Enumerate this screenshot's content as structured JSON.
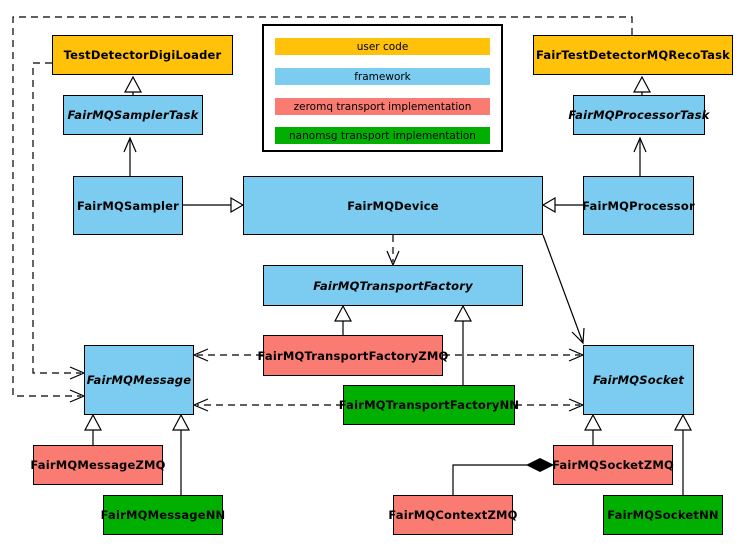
{
  "palette": {
    "user_code": "#FFC10A",
    "framework": "#7BCCF0",
    "zeromq": "#F97B72",
    "nanomsg": "#00AF00",
    "background": "#FFFFFF",
    "line": "#000000"
  },
  "legend": {
    "items": [
      {
        "label": "user code",
        "color": "#FFC10A"
      },
      {
        "label": "framework",
        "color": "#7BCCF0"
      },
      {
        "label": "zeromq transport implementation",
        "color": "#F97B72"
      },
      {
        "label": "nanomsg transport implementation",
        "color": "#00AF00"
      }
    ]
  },
  "nodes": {
    "testDetectorDigiLoader": {
      "label": "TestDetectorDigiLoader",
      "category": "user code"
    },
    "fairTestDetectorMQRecoTask": {
      "label": "FairTestDetectorMQRecoTask",
      "category": "user code"
    },
    "fairMQSamplerTask": {
      "label": "FairMQSamplerTask",
      "category": "framework",
      "abstract": true
    },
    "fairMQProcessorTask": {
      "label": "FairMQProcessorTask",
      "category": "framework",
      "abstract": true
    },
    "fairMQSampler": {
      "label": "FairMQSampler",
      "category": "framework"
    },
    "fairMQDevice": {
      "label": "FairMQDevice",
      "category": "framework"
    },
    "fairMQProcessor": {
      "label": "FairMQProcessor",
      "category": "framework"
    },
    "fairMQTransportFactory": {
      "label": "FairMQTransportFactory",
      "category": "framework",
      "abstract": true
    },
    "fairMQTransportFactoryZMQ": {
      "label": "FairMQTransportFactoryZMQ",
      "category": "zeromq transport implementation"
    },
    "fairMQTransportFactoryNN": {
      "label": "FairMQTransportFactoryNN",
      "category": "nanomsg transport implementation"
    },
    "fairMQMessage": {
      "label": "FairMQMessage",
      "category": "framework",
      "abstract": true
    },
    "fairMQSocket": {
      "label": "FairMQSocket",
      "category": "framework",
      "abstract": true
    },
    "fairMQMessageZMQ": {
      "label": "FairMQMessageZMQ",
      "category": "zeromq transport implementation"
    },
    "fairMQMessageNN": {
      "label": "FairMQMessageNN",
      "category": "nanomsg transport implementation"
    },
    "fairMQContextZMQ": {
      "label": "FairMQContextZMQ",
      "category": "zeromq transport implementation"
    },
    "fairMQSocketZMQ": {
      "label": "FairMQSocketZMQ",
      "category": "zeromq transport implementation"
    },
    "fairMQSocketNN": {
      "label": "FairMQSocketNN",
      "category": "nanomsg transport implementation"
    }
  },
  "edges": [
    {
      "from": "FairMQSamplerTask",
      "to": "TestDetectorDigiLoader",
      "type": "generalization"
    },
    {
      "from": "FairMQProcessorTask",
      "to": "FairTestDetectorMQRecoTask",
      "type": "generalization"
    },
    {
      "from": "FairMQSampler",
      "to": "FairMQSamplerTask",
      "type": "association-open-arrow"
    },
    {
      "from": "FairMQProcessor",
      "to": "FairMQProcessorTask",
      "type": "association-open-arrow"
    },
    {
      "from": "FairMQSampler",
      "to": "FairMQDevice",
      "type": "generalization"
    },
    {
      "from": "FairMQProcessor",
      "to": "FairMQDevice",
      "type": "generalization"
    },
    {
      "from": "FairMQDevice",
      "to": "FairMQTransportFactory",
      "type": "dashed-dependency"
    },
    {
      "from": "FairMQDevice",
      "to": "FairMQSocket",
      "type": "association-open-arrow"
    },
    {
      "from": "FairMQTransportFactoryZMQ",
      "to": "FairMQTransportFactory",
      "type": "generalization"
    },
    {
      "from": "FairMQTransportFactoryNN",
      "to": "FairMQTransportFactory",
      "type": "generalization"
    },
    {
      "from": "FairMQTransportFactoryZMQ",
      "to": "FairMQMessage",
      "type": "dashed-dependency"
    },
    {
      "from": "FairMQTransportFactoryZMQ",
      "to": "FairMQSocket",
      "type": "dashed-dependency"
    },
    {
      "from": "FairMQTransportFactoryNN",
      "to": "FairMQMessage",
      "type": "dashed-dependency"
    },
    {
      "from": "FairMQTransportFactoryNN",
      "to": "FairMQSocket",
      "type": "dashed-dependency"
    },
    {
      "from": "TestDetectorDigiLoader",
      "to": "FairMQMessage",
      "type": "dashed-dependency"
    },
    {
      "from": "FairTestDetectorMQRecoTask",
      "to": "FairMQMessage",
      "type": "dashed-dependency"
    },
    {
      "from": "FairMQMessageZMQ",
      "to": "FairMQMessage",
      "type": "generalization"
    },
    {
      "from": "FairMQMessageNN",
      "to": "FairMQMessage",
      "type": "generalization"
    },
    {
      "from": "FairMQSocketZMQ",
      "to": "FairMQSocket",
      "type": "generalization"
    },
    {
      "from": "FairMQSocketNN",
      "to": "FairMQSocket",
      "type": "generalization"
    },
    {
      "from": "FairMQContextZMQ",
      "to": "FairMQSocketZMQ",
      "type": "composition"
    }
  ]
}
